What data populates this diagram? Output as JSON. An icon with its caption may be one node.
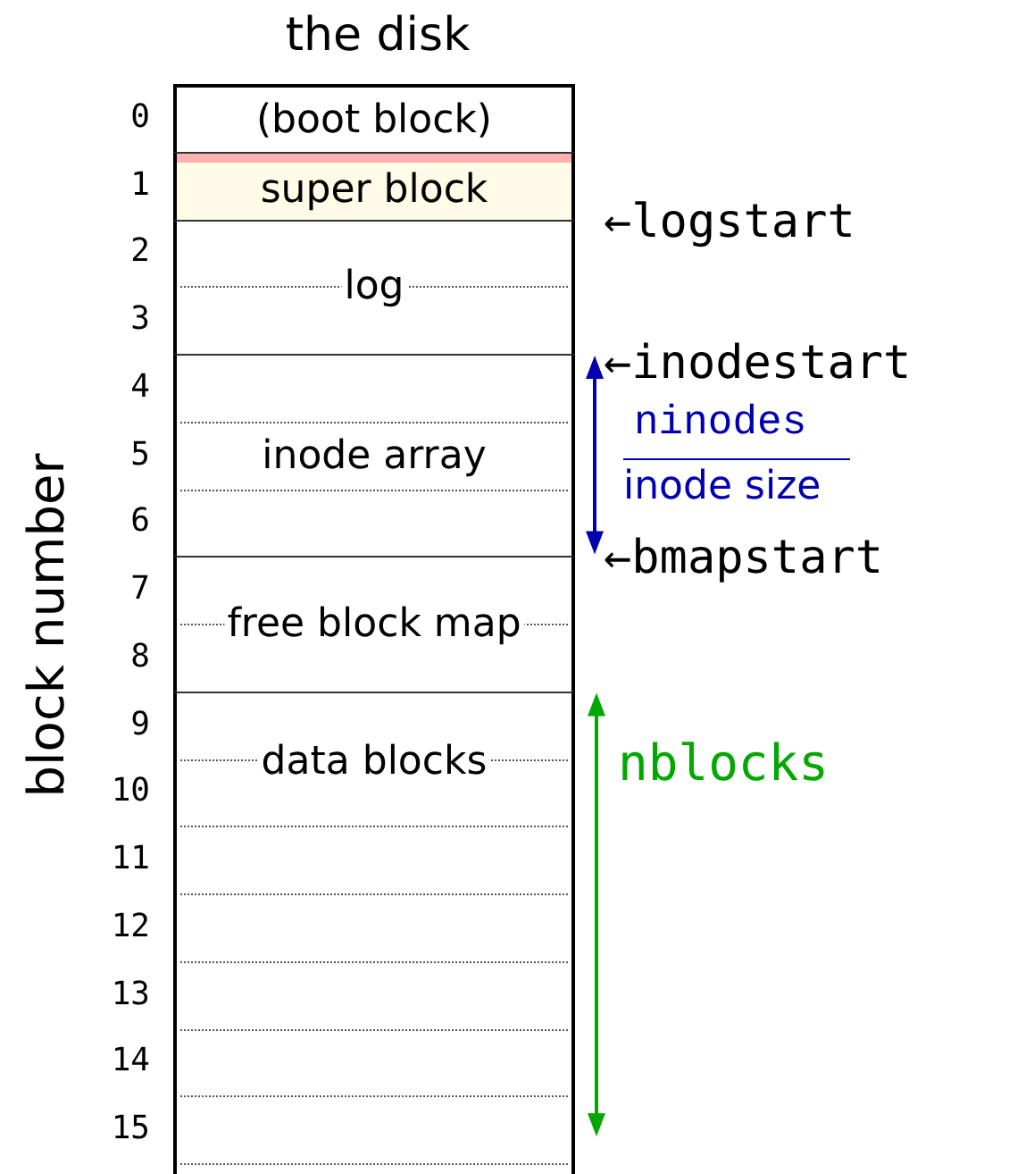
{
  "diagram": {
    "title": "the disk",
    "nodes": [
      {
        "text": [
          "(boot block)"
        ]
      },
      {
        "text": [
          "super block"
        ]
      },
      {
        "text": [
          "log"
        ]
      },
      {
        "text": [
          "inode array"
        ]
      },
      {
        "text": [
          "free block map"
        ]
      },
      {
        "text": [
          "data blocks"
        ]
      }
    ],
    "labels": [
      "block number",
      "0",
      "1",
      "2",
      "3",
      "4",
      "5",
      "6",
      "7",
      "8",
      "9",
      "10",
      "11",
      "12",
      "13",
      "14",
      "15",
      "←logstart",
      "←inodestart",
      "ninodes",
      "inode size",
      "←bmapstart",
      "nblocks"
    ]
  }
}
